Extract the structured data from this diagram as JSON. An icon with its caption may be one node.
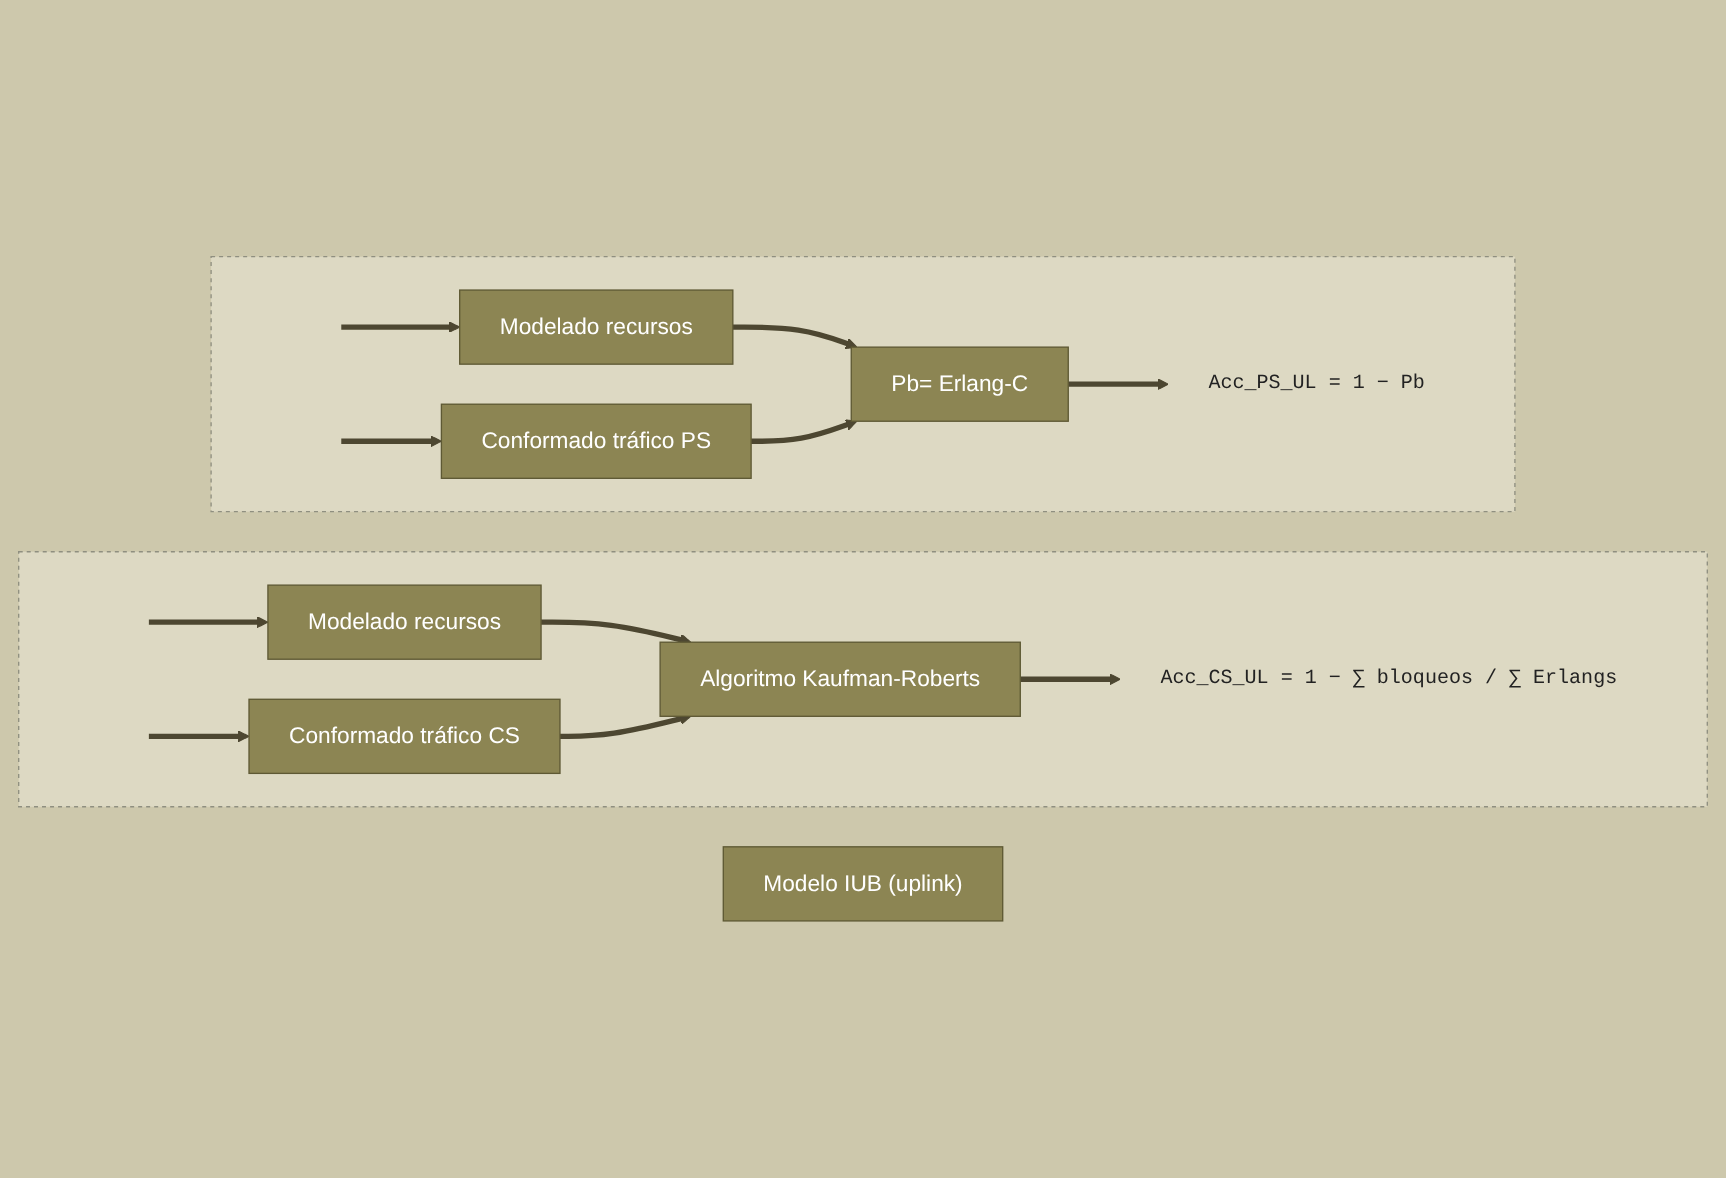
{
  "diagram": {
    "nodes": [
      {
        "text": [],
        "shape": "box"
      },
      {
        "text": [
          "Modelado recursos"
        ],
        "in": 0
      },
      {
        "text": [
          "Conformado tráfico CS"
        ],
        "in": 0
      },
      {
        "text": [
          "Algoritmo Kaufman-Roberts"
        ],
        "in": 0
      },
      {
        "text": [
          "Acc_CS_UL = 1 − ∑ bloqueos / ∑ Erlangs"
        ],
        "in": 0
      },
      {
        "text": [],
        "shape": "box"
      },
      {
        "text": [
          "Modelado recursos"
        ],
        "in": 5
      },
      {
        "text": [
          "Conformado tráfico PS"
        ],
        "in": 5
      },
      {
        "text": [
          "Pb= Erlang-C"
        ],
        "in": 5
      },
      {
        "text": [
          "Acc_PS_UL = 1 − Pb"
        ],
        "in": 5
      },
      {
        "text": [
          "Modelo IUB (uplink)"
        ]
      }
    ],
    "edges": [
      {
        "from": null,
        "to": 1,
        "arrow": "to"
      },
      {
        "from": null,
        "to": 2,
        "arrow": "to"
      },
      {
        "from": 1,
        "to": 3,
        "arrow": "to"
      },
      {
        "from": 2,
        "to": 3,
        "arrow": "to"
      },
      {
        "from": 3,
        "to": 4,
        "arrow": "to"
      },
      {
        "from": null,
        "to": 6,
        "arrow": "to"
      },
      {
        "from": null,
        "to": 7,
        "arrow": "to"
      },
      {
        "from": 6,
        "to": 8,
        "arrow": "to"
      },
      {
        "from": 7,
        "to": 8,
        "arrow": "to"
      },
      {
        "from": 8,
        "to": 9,
        "arrow": "to"
      }
    ]
  }
}
